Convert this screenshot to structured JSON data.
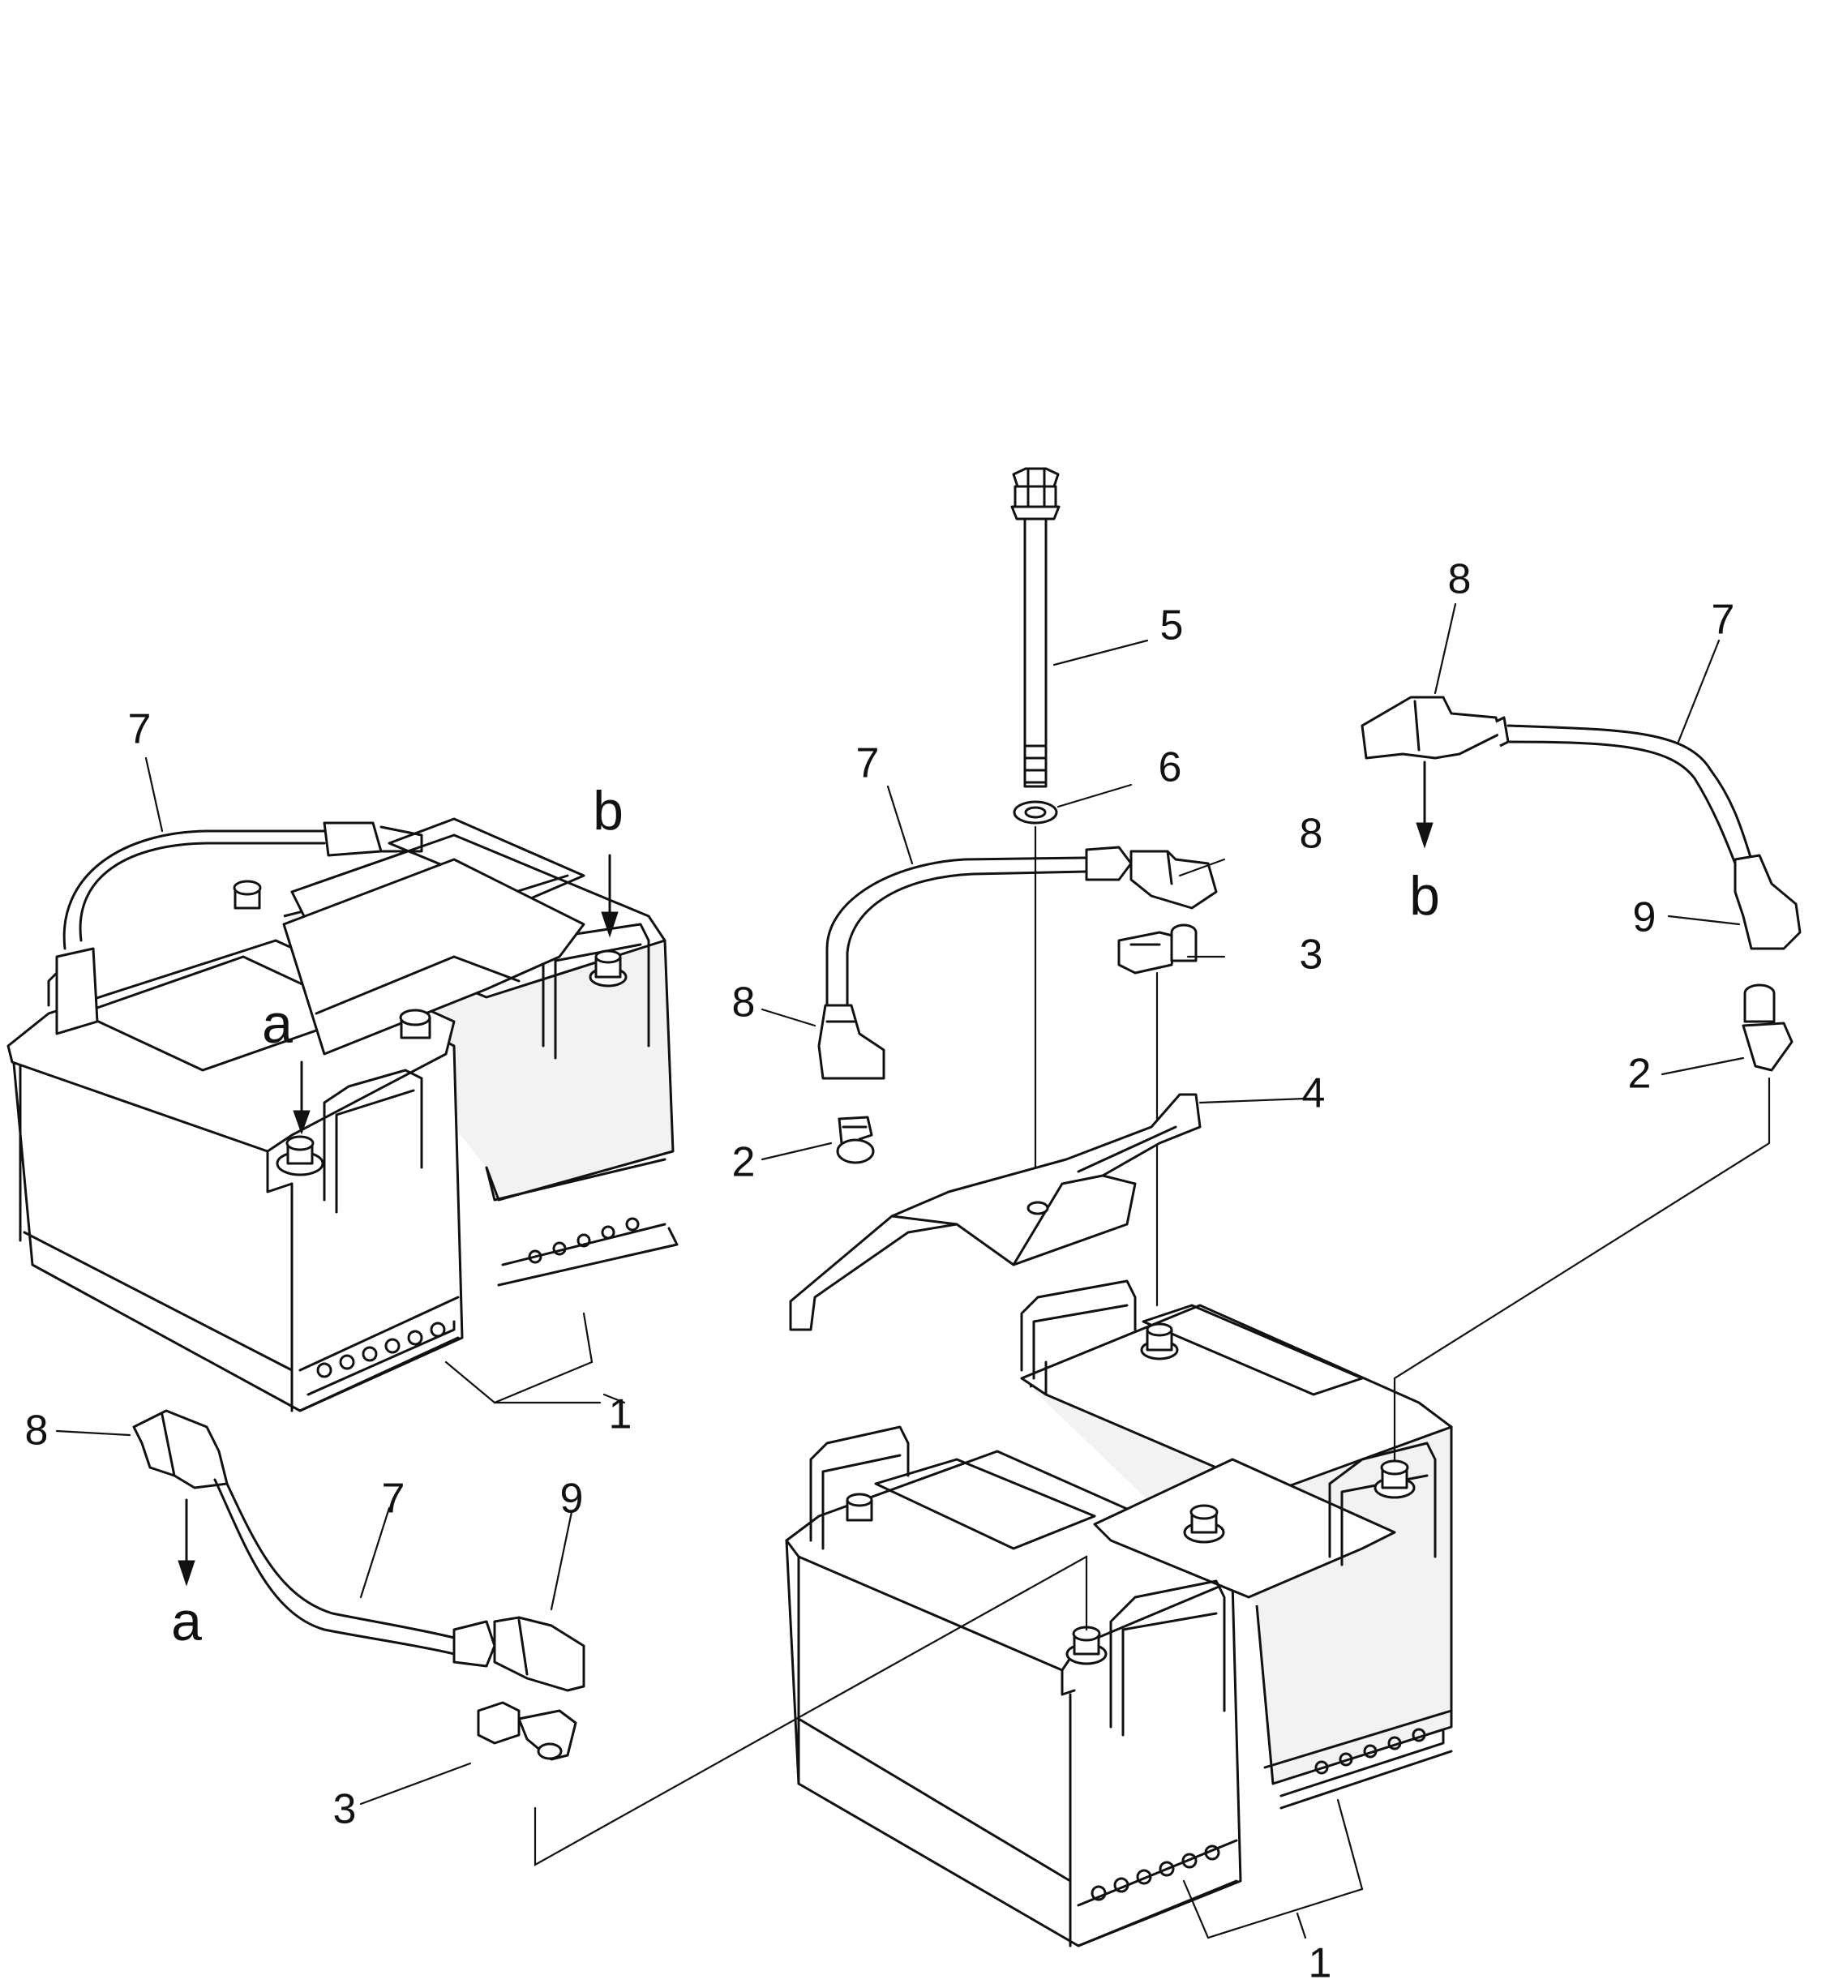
{
  "callouts": {
    "c1_left": "1",
    "c1_right": "1",
    "c2_mid": "2",
    "c2_right": "2",
    "c3_mid": "3",
    "c3_left": "3",
    "c4": "4",
    "c5": "5",
    "c6": "6",
    "c7_left_top": "7",
    "c7_mid": "7",
    "c7_right": "7",
    "c7_left_bottom": "7",
    "c8_mid_right": "8",
    "c8_mid_left": "8",
    "c8_right": "8",
    "c8_left": "8",
    "c9_right": "9",
    "c9_left": "9"
  },
  "references": {
    "a_on_battery": "a",
    "a_on_cable": "a",
    "b_on_battery": "b",
    "b_on_cable": "b"
  }
}
